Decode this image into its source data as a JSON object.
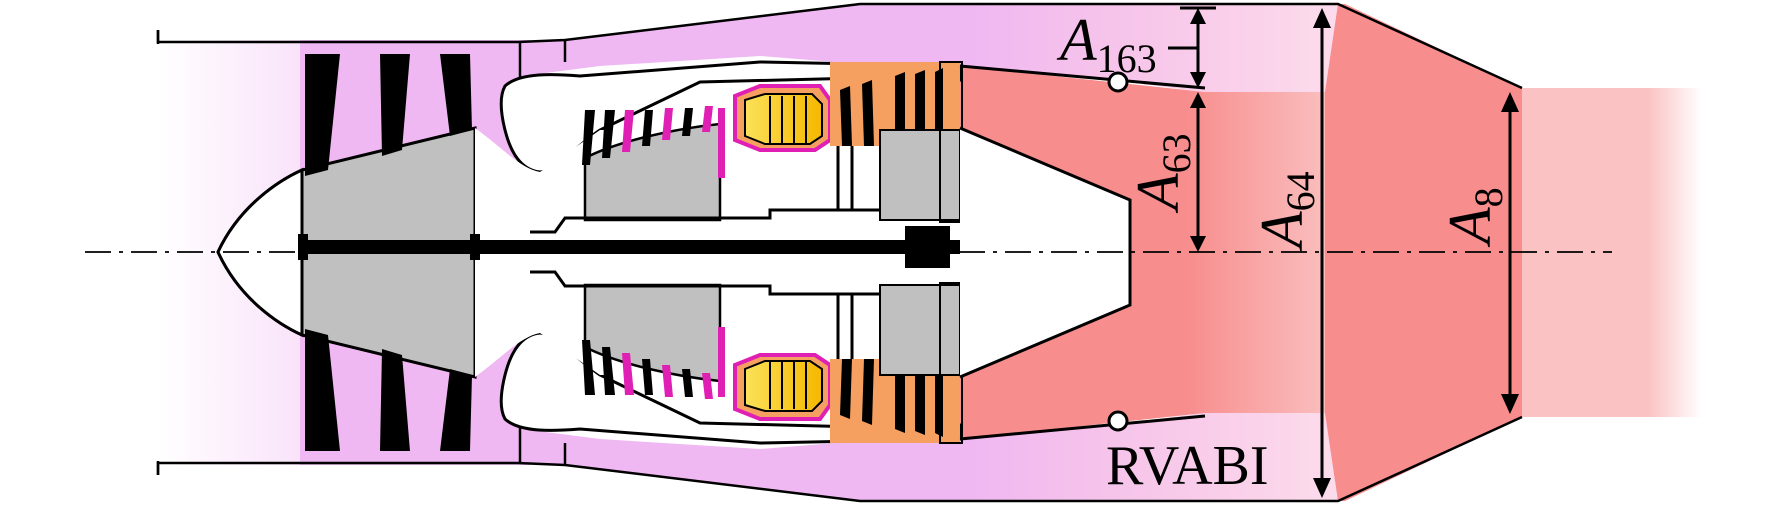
{
  "labels": {
    "a163_main": "A",
    "a163_sub": "163",
    "a63_main": "A",
    "a63_sub": "63",
    "a64_main": "A",
    "a64_sub": "64",
    "a8_main": "A",
    "a8_sub": "8",
    "rvabi": "RVABI"
  },
  "colors": {
    "bypass_flow": "#f0b8f2",
    "hot_flow": "#f88d8d",
    "nozzle_flow": "#fac2c2",
    "turbine": "#f5a060",
    "combustor": "#f5cc16",
    "compressor_accent": "#e020b4",
    "hub": "#c0c0c0",
    "outline": "#000000"
  }
}
